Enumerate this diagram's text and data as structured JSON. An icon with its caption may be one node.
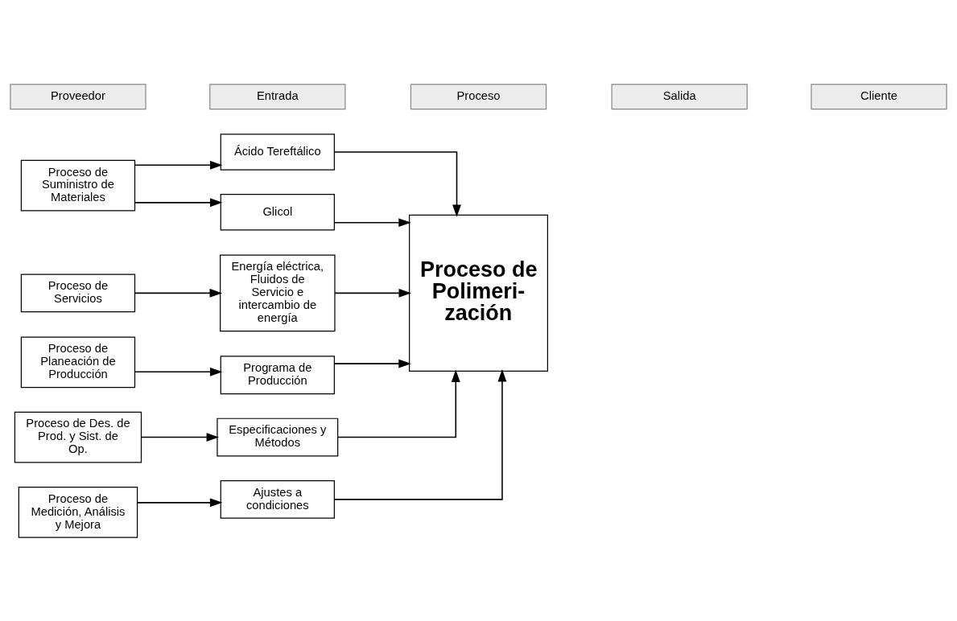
{
  "diagram": {
    "nodes": [
      {
        "text": [
          "Proveedor"
        ]
      },
      {
        "text": [
          "Entrada"
        ]
      },
      {
        "text": [
          "Proceso"
        ]
      },
      {
        "text": [
          "Salida"
        ]
      },
      {
        "text": [
          "Cliente"
        ]
      },
      {
        "text": [
          "Proceso de Suministro de Materiales"
        ]
      },
      {
        "text": [
          "Proceso de Servicios"
        ]
      },
      {
        "text": [
          "Proceso de Planeación de Producción"
        ]
      },
      {
        "text": [
          "Proceso de Des. de Prod. y Sist. de Op."
        ]
      },
      {
        "text": [
          "Proceso de Medición, Análisis y Mejora"
        ]
      },
      {
        "text": [
          "Ácido Tereftálico"
        ]
      },
      {
        "text": [
          "Glicol"
        ]
      },
      {
        "text": [
          "Energía eléctrica, Fluidos de Servicio e intercambio de energía"
        ]
      },
      {
        "text": [
          "Programa de Producción"
        ]
      },
      {
        "text": [
          "Especificaciones y Métodos"
        ]
      },
      {
        "text": [
          "Ajustes a condiciones"
        ]
      },
      {
        "text": [
          "Proceso de Polimeri- zación"
        ]
      }
    ],
    "edges": [
      {
        "from": 5,
        "to": 10,
        "arrow": "to"
      },
      {
        "from": 5,
        "to": 11,
        "arrow": "to"
      },
      {
        "from": 6,
        "to": 12,
        "arrow": "to"
      },
      {
        "from": 7,
        "to": 13,
        "arrow": "to"
      },
      {
        "from": 8,
        "to": 14,
        "arrow": "to"
      },
      {
        "from": 9,
        "to": 15,
        "arrow": "to"
      },
      {
        "from": 10,
        "to": 16,
        "arrow": "to"
      },
      {
        "from": 11,
        "to": 16,
        "arrow": "to"
      },
      {
        "from": 12,
        "to": 16,
        "arrow": "to"
      },
      {
        "from": 13,
        "to": 16,
        "arrow": "to"
      },
      {
        "from": 14,
        "to": 16,
        "arrow": "to"
      },
      {
        "from": 15,
        "to": 16,
        "arrow": "to"
      }
    ]
  }
}
